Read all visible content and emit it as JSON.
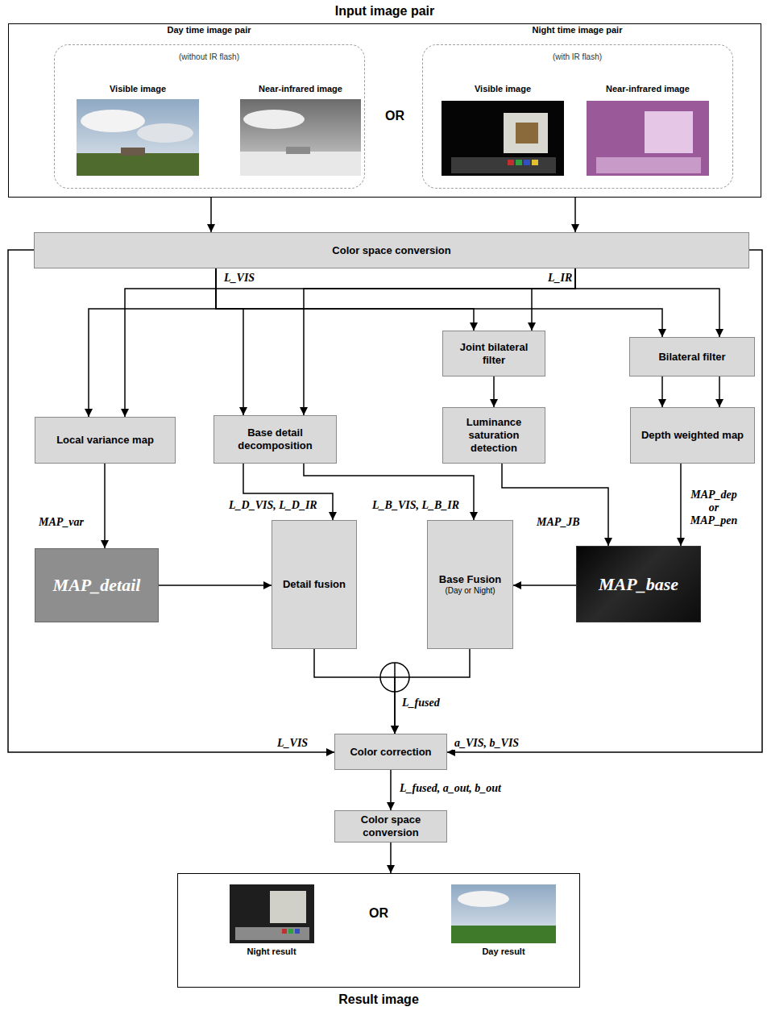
{
  "diagram": {
    "nodes": [
      {
        "text": [
          "Input image pair"
        ]
      },
      {
        "text": [
          "Day time image pair",
          "(without IR flash)"
        ],
        "in": 0
      },
      {
        "text": [
          "Night time image pair",
          "(with IR flash)"
        ],
        "in": 0
      },
      {
        "text": [
          "Color space conversion"
        ]
      },
      {
        "text": [
          "Joint bilateral filter"
        ]
      },
      {
        "text": [
          "Bilateral filter"
        ]
      },
      {
        "text": [
          "Local variance map"
        ]
      },
      {
        "text": [
          "Base detail decomposition"
        ]
      },
      {
        "text": [
          "Luminance saturation detection"
        ]
      },
      {
        "text": [
          "Depth weighted map"
        ]
      },
      {
        "text": [
          "MAP_detail"
        ]
      },
      {
        "text": [
          "Detail fusion"
        ]
      },
      {
        "text": [
          "Base Fusion",
          "(Day or Night)"
        ]
      },
      {
        "text": [
          "MAP_base"
        ]
      },
      {
        "text": [
          "Color correction"
        ]
      },
      {
        "text": [
          "Color space conversion"
        ]
      },
      {
        "text": [
          "Result image"
        ]
      }
    ],
    "edges": [
      {
        "from": 0,
        "to": 3,
        "arrow": "to"
      },
      {
        "from": 0,
        "to": 3,
        "arrow": "to"
      },
      {
        "from": 3,
        "to": 6,
        "arrow": "to"
      },
      {
        "from": 3,
        "to": 6,
        "arrow": "to"
      },
      {
        "from": 3,
        "to": 7,
        "arrow": "to"
      },
      {
        "from": 3,
        "to": 7,
        "arrow": "to"
      },
      {
        "from": 3,
        "to": 4,
        "arrow": "to"
      },
      {
        "from": 3,
        "to": 4,
        "arrow": "to"
      },
      {
        "from": 3,
        "to": 5,
        "arrow": "to"
      },
      {
        "from": 3,
        "to": 5,
        "arrow": "to"
      },
      {
        "from": 4,
        "to": 8,
        "arrow": "to"
      },
      {
        "from": 5,
        "to": 9,
        "arrow": "to"
      },
      {
        "from": 5,
        "to": 9,
        "arrow": "to"
      },
      {
        "from": 6,
        "to": 10,
        "label": "MAP_var",
        "arrow": "to"
      },
      {
        "from": 7,
        "to": 11,
        "label": "L_D_VIS, L_D_IR",
        "arrow": "to"
      },
      {
        "from": 7,
        "to": 12,
        "label": "L_B_VIS, L_B_IR",
        "arrow": "to"
      },
      {
        "from": 10,
        "to": 11,
        "arrow": "to"
      },
      {
        "from": 8,
        "to": 13,
        "label": "MAP_JB",
        "arrow": "to"
      },
      {
        "from": 9,
        "to": 13,
        "label": "MAP_dep or MAP_pen",
        "arrow": "to"
      },
      {
        "from": 13,
        "to": 12,
        "arrow": "to"
      },
      {
        "from": 11,
        "to": 14,
        "arrow": "to"
      },
      {
        "from": 12,
        "to": 14,
        "arrow": "to"
      },
      {
        "from": 3,
        "to": 14,
        "label": "L_VIS",
        "arrow": "to"
      },
      {
        "from": 3,
        "to": 14,
        "label": "a_VIS, b_VIS",
        "arrow": "to"
      },
      {
        "from": 14,
        "to": 15,
        "label": "L_fused, a_out, b_out",
        "arrow": "to"
      },
      {
        "from": 15,
        "to": 16,
        "arrow": "to"
      }
    ],
    "labels": [
      "Visible image",
      "Near-infrared image",
      "OR",
      "Visible image",
      "Near-infrared image",
      "L_VIS",
      "L_IR",
      "L_fused",
      "Night result",
      "OR",
      "Day result"
    ]
  }
}
